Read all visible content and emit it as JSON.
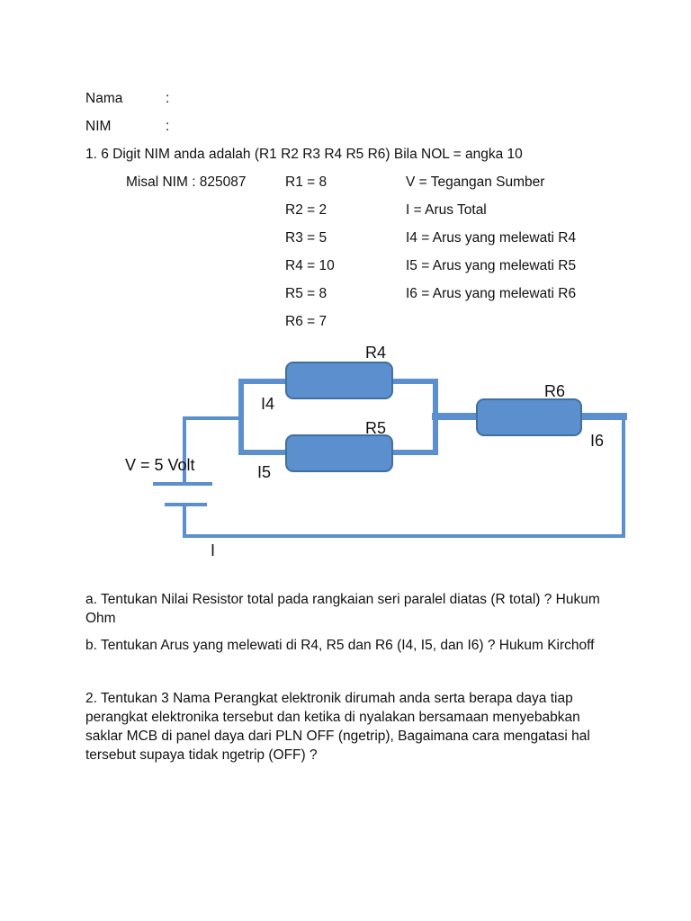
{
  "header": {
    "nama_label": "Nama",
    "nim_label": "NIM",
    "colon": ":"
  },
  "question1": {
    "title": "1. 6 Digit NIM anda adalah (R1 R2 R3 R4 R5 R6) Bila NOL = angka 10",
    "example_label": "Misal NIM : 825087",
    "resistors": [
      "R1 = 8",
      "R2 = 2",
      "R3 = 5",
      "R4 = 10",
      "R5 = 8",
      "R6 = 7"
    ],
    "definitions": [
      "V = Tegangan Sumber",
      "I = Arus Total",
      "I4 = Arus yang melewati R4",
      "I5 = Arus yang melewati R5",
      "I6 = Arus yang melewati R6"
    ]
  },
  "circuit": {
    "labels": {
      "r4": "R4",
      "r5": "R5",
      "r6": "R6",
      "i4": "I4",
      "i5": "I5",
      "i6": "I6",
      "i": "I",
      "voltage": "V = 5 Volt"
    },
    "colors": {
      "wire": "#5b8fcd",
      "resistor_fill": "#5b8fcd",
      "resistor_stroke": "#41709c"
    }
  },
  "subquestions": {
    "a": "a. Tentukan Nilai Resistor total pada rangkaian seri paralel diatas (R total) ? Hukum Ohm",
    "b": "b. Tentukan Arus yang melewati di R4, R5 dan R6 (I4, I5, dan I6) ? Hukum Kirchoff"
  },
  "question2": {
    "text": "2. Tentukan 3 Nama Perangkat elektronik dirumah anda serta berapa daya tiap perangkat elektronika tersebut dan ketika di nyalakan bersamaan menyebabkan saklar MCB di panel daya dari PLN OFF (ngetrip), Bagaimana cara mengatasi hal tersebut supaya tidak ngetrip (OFF) ?"
  }
}
